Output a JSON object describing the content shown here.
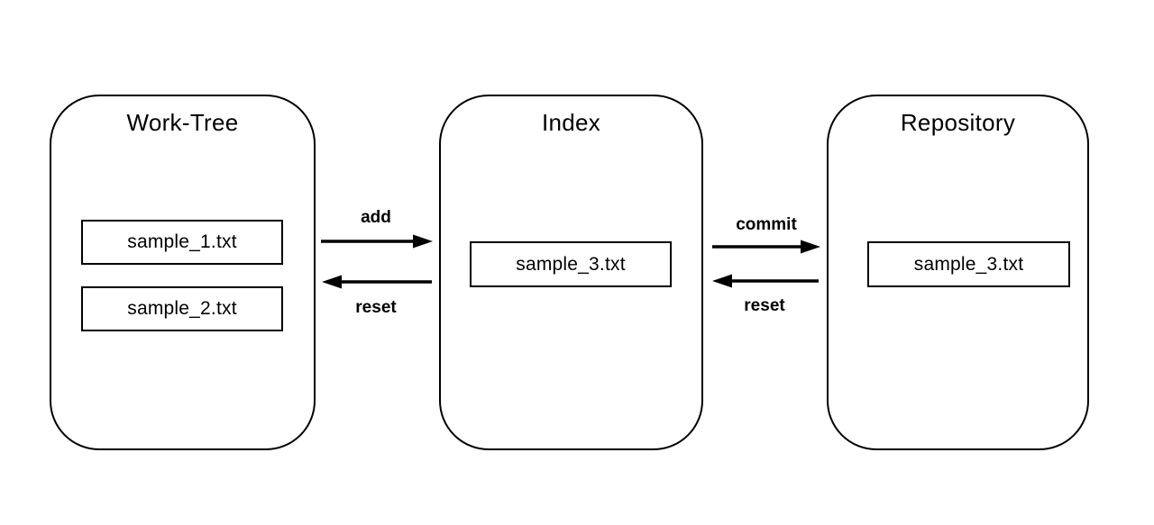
{
  "diagram": {
    "colors": {
      "background": "#ffffff",
      "stroke": "#000000",
      "text": "#000000"
    },
    "containers": [
      {
        "label": "Work-Tree",
        "files": [
          "sample_1.txt",
          "sample_2.txt"
        ]
      },
      {
        "label": "Index",
        "files": [
          "sample_3.txt"
        ]
      },
      {
        "label": "Repository",
        "files": [
          "sample_3.txt"
        ]
      }
    ],
    "flows": [
      {
        "label": "add",
        "direction": "right",
        "from": "Work-Tree",
        "to": "Index"
      },
      {
        "label": "reset",
        "direction": "left",
        "from": "Index",
        "to": "Work-Tree"
      },
      {
        "label": "commit",
        "direction": "right",
        "from": "Index",
        "to": "Repository"
      },
      {
        "label": "reset",
        "direction": "left",
        "from": "Repository",
        "to": "Index"
      }
    ]
  }
}
